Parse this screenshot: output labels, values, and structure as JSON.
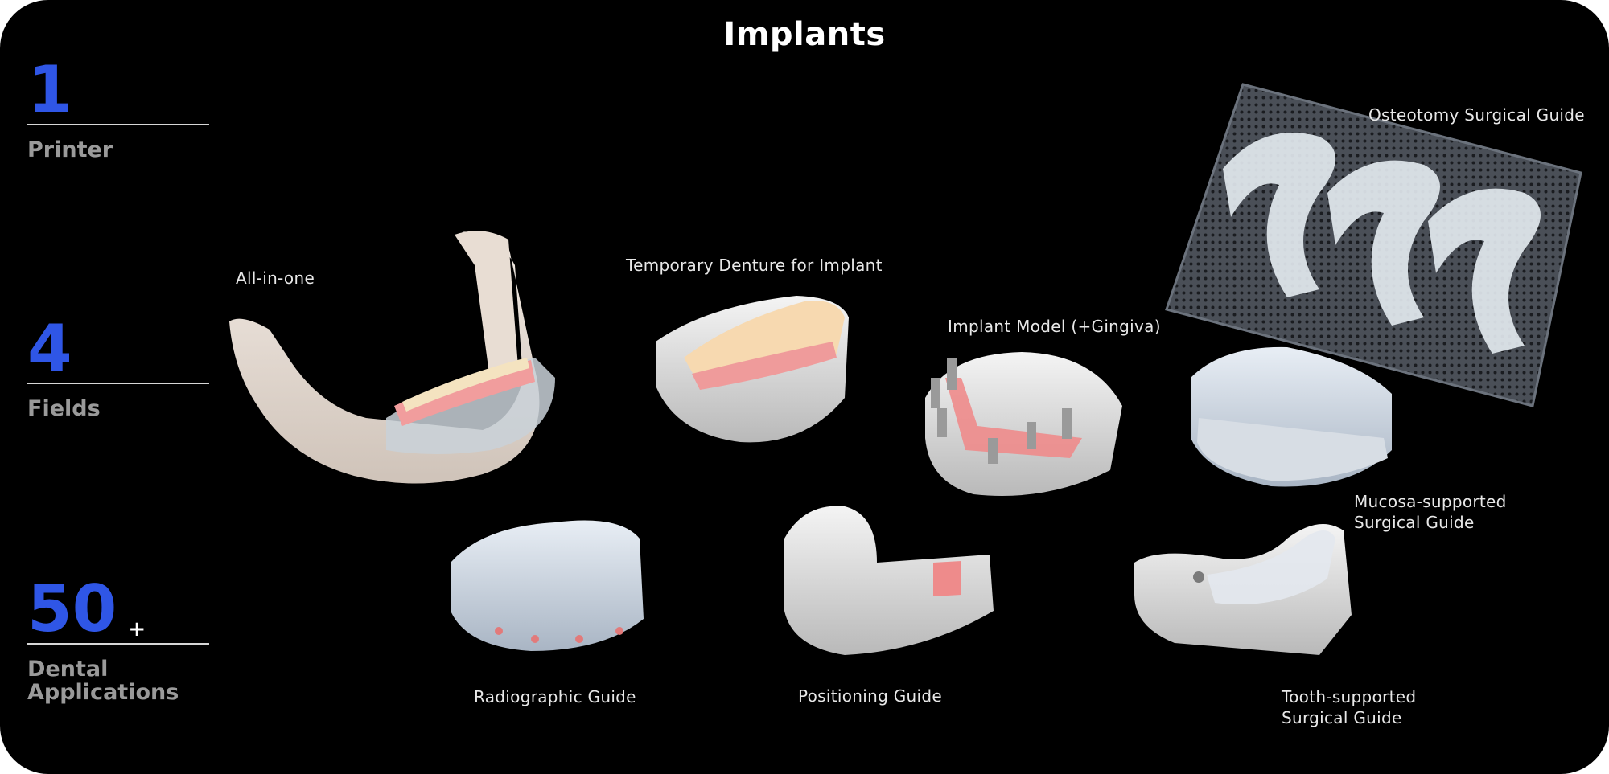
{
  "title": "Implants",
  "stats": [
    {
      "number": "1",
      "suffix": "",
      "label": "Printer"
    },
    {
      "number": "4",
      "suffix": "",
      "label": "Fields"
    },
    {
      "number": "50",
      "suffix": "+",
      "label": "Dental\nApplications"
    }
  ],
  "captions": {
    "all_in_one": "All-in-one",
    "temporary_denture": "Temporary Denture for Implant",
    "implant_model": "Implant Model (+Gingiva)",
    "osteotomy_guide": "Osteotomy Surgical Guide",
    "mucosa_guide": "Mucosa-supported\nSurgical Guide",
    "tooth_guide": "Tooth-supported\nSurgical Guide",
    "radiographic_guide": "Radiographic Guide",
    "positioning_guide": "Positioning Guide"
  },
  "colors": {
    "background": "#000000",
    "accent": "#2f56e6",
    "label": "#9a9a9a",
    "caption": "#e8e8e8"
  }
}
